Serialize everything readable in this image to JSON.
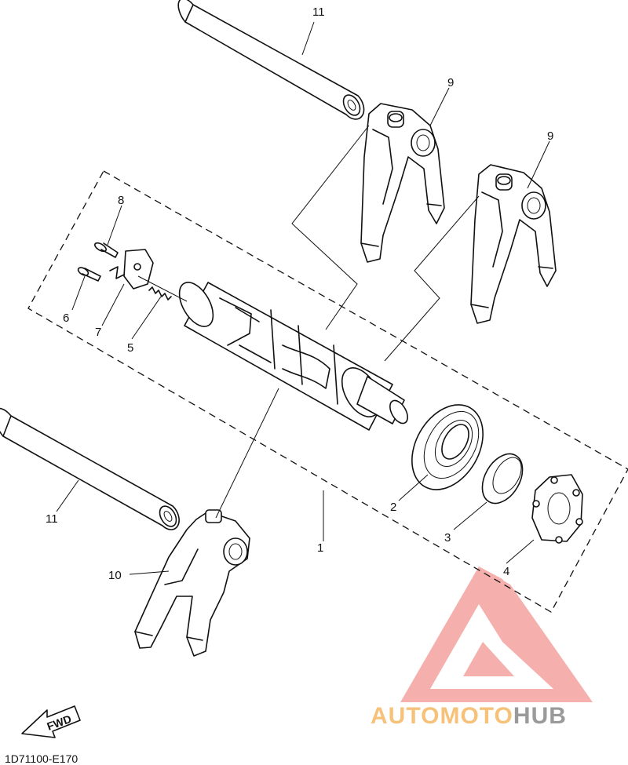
{
  "callouts": {
    "c1": "1",
    "c2": "2",
    "c3": "3",
    "c4": "4",
    "c5": "5",
    "c6": "6",
    "c7": "7",
    "c8": "8",
    "c9a": "9",
    "c9b": "9",
    "c10": "10",
    "c11a": "11",
    "c11b": "11"
  },
  "diagram_code": "1D71100-E170",
  "fwd_label": "FWD",
  "watermark": {
    "part1": "AUTOMOTO",
    "part2": "HUB",
    "colors": {
      "logo": "#f4a3a0",
      "part1": "#f6c27a",
      "part2": "#9a9a9a"
    }
  }
}
